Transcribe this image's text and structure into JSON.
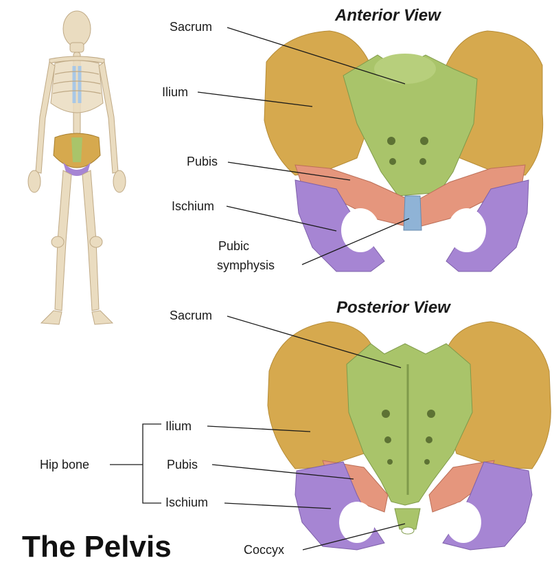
{
  "title": "The Pelvis",
  "anterior": {
    "heading": "Anterior View",
    "labels": {
      "sacrum": "Sacrum",
      "ilium": "Ilium",
      "pubis": "Pubis",
      "ischium": "Ischium",
      "pubic_symphysis_1": "Pubic",
      "pubic_symphysis_2": "symphysis"
    }
  },
  "posterior": {
    "heading": "Posterior View",
    "labels": {
      "sacrum": "Sacrum",
      "ilium": "Ilium",
      "pubis": "Pubis",
      "ischium": "Ischium",
      "coccyx": "Coccyx",
      "hip_bone": "Hip bone"
    }
  },
  "colors": {
    "ilium": "#d6a94e",
    "sacrum": "#a9c46a",
    "pubis": "#e5967d",
    "ischium": "#a685d3",
    "symphysis": "#8fb3d6",
    "skeleton_bone": "#eadcc0"
  }
}
